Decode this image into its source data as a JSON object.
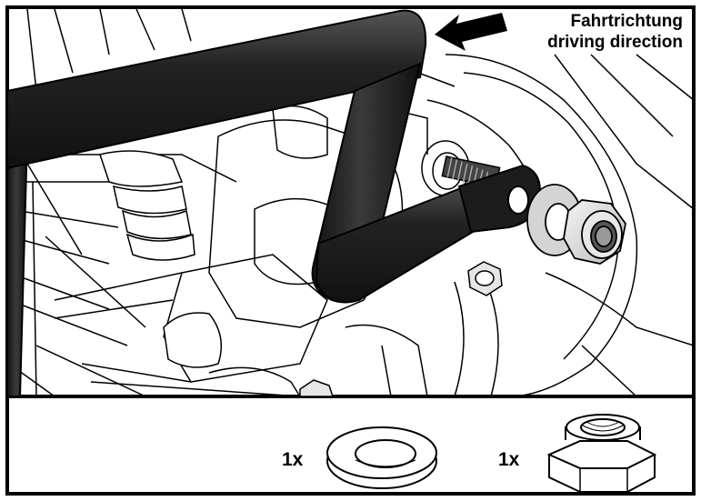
{
  "direction_label": {
    "german": "Fahrtrichtung",
    "english": "driving direction"
  },
  "parts": [
    {
      "quantity": "1x",
      "icon": "washer-icon"
    },
    {
      "quantity": "1x",
      "icon": "lock-nut-icon"
    }
  ],
  "colors": {
    "tube": "#1c1c1c",
    "line": "#000000",
    "background": "#ffffff",
    "washer_fill": "#d4d4d4"
  }
}
